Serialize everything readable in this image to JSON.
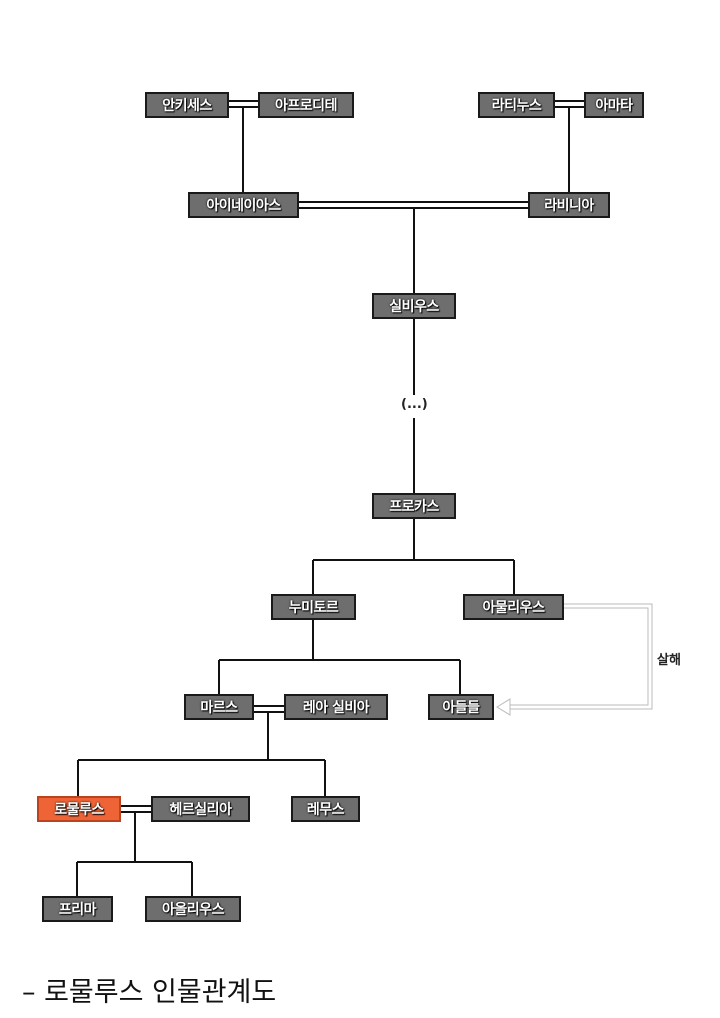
{
  "nodes": {
    "anchises": "안키세스",
    "aphrodite": "아프로디테",
    "latinus": "라티누스",
    "amata": "아마타",
    "aeneas": "아이네이아스",
    "lavinia": "라비니아",
    "silvius": "실비우스",
    "ellipsis": "(...)",
    "procas": "프로카스",
    "numitor": "누미토르",
    "amulius": "아물리우스",
    "mars": "마르스",
    "rhea_silvia": "레아 실비아",
    "sons": "아들들",
    "romulus": "로물루스",
    "hersilia": "헤르실리아",
    "remus": "레무스",
    "prima": "프리마",
    "aollius": "아올리우스"
  },
  "relation_label": "살해",
  "caption": "– 로물루스 인물관계도",
  "colors": {
    "node": "#6e6e6e",
    "highlight": "#ef6436"
  }
}
